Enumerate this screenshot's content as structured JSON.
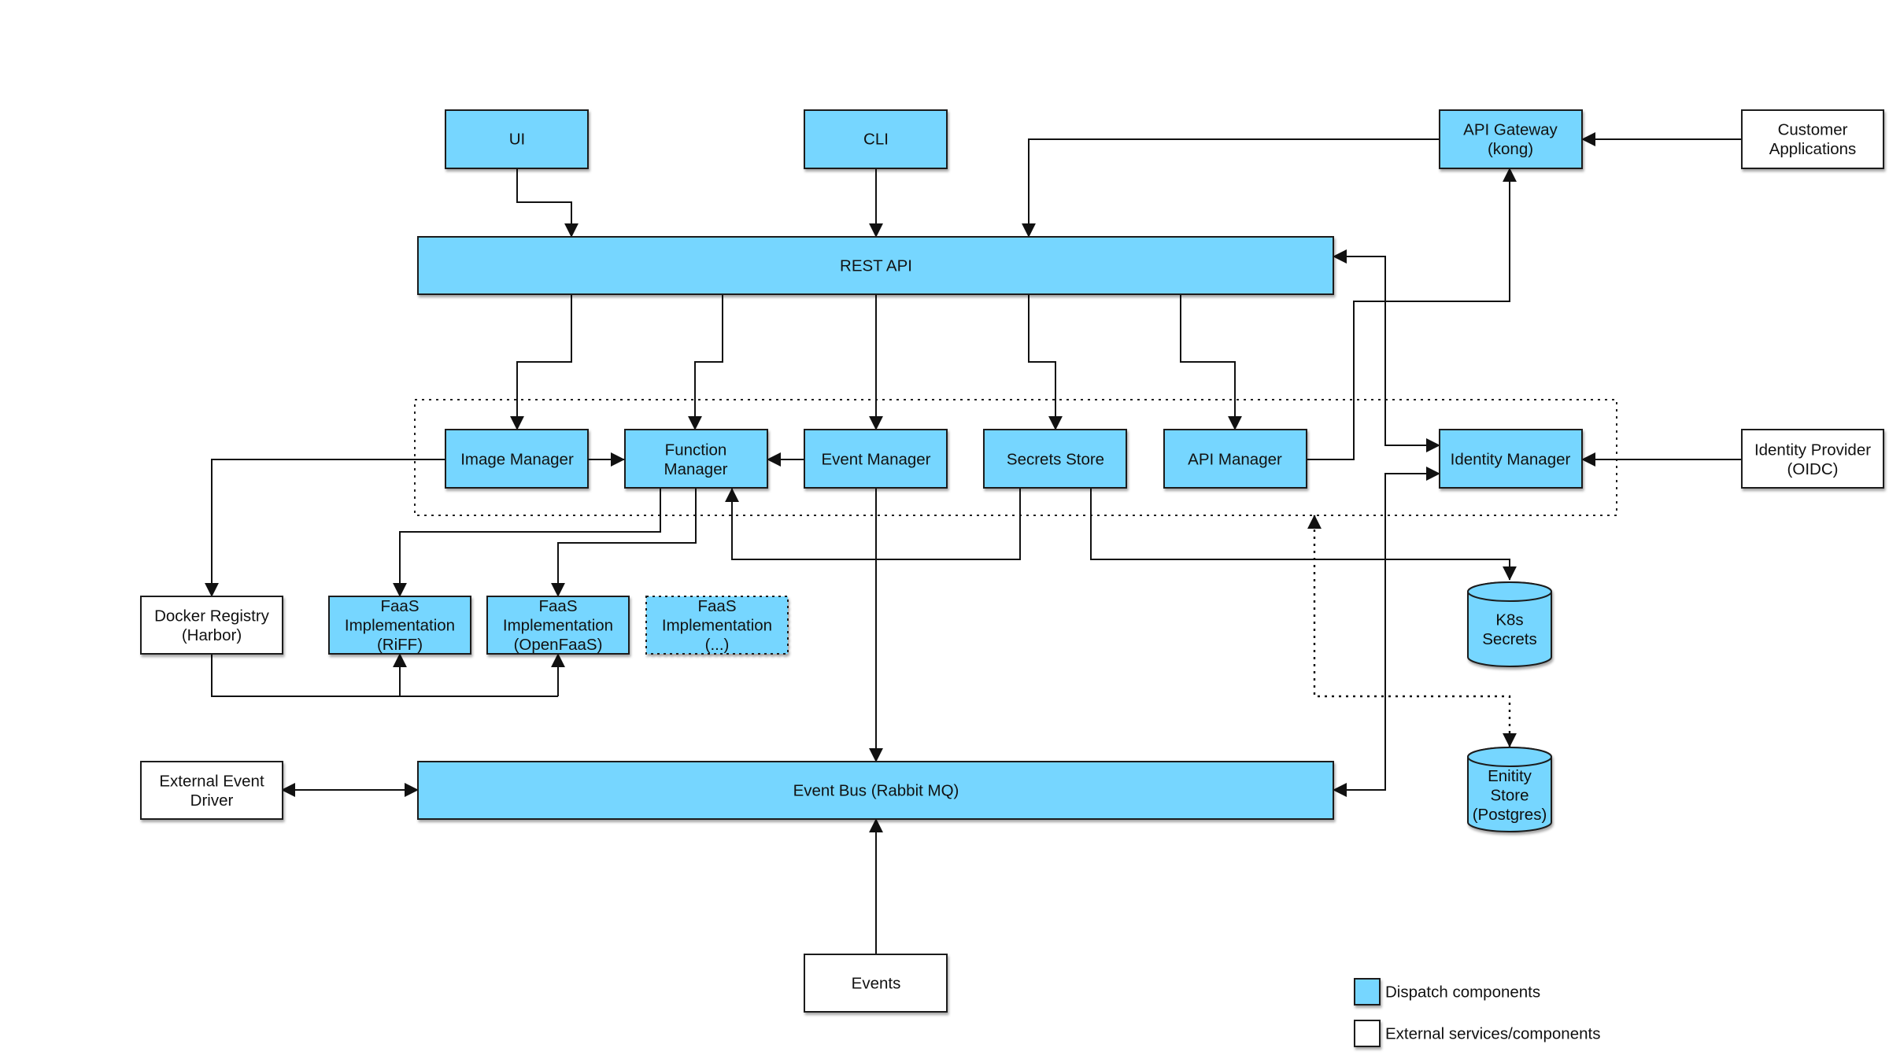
{
  "colors": {
    "dispatch": "#76d6ff",
    "external": "#ffffff",
    "stroke": "#1b1b1b"
  },
  "nodes": {
    "ui": [
      "UI"
    ],
    "cli": [
      "CLI"
    ],
    "api_gateway": [
      "API Gateway",
      "(kong)"
    ],
    "customer_apps": [
      "Customer",
      "Applications"
    ],
    "rest_api": [
      "REST API"
    ],
    "image_manager": [
      "Image Manager"
    ],
    "function_manager": [
      "Function",
      "Manager"
    ],
    "event_manager": [
      "Event Manager"
    ],
    "secrets_store": [
      "Secrets Store"
    ],
    "api_manager": [
      "API Manager"
    ],
    "identity_manager": [
      "Identity Manager"
    ],
    "identity_provider": [
      "Identity Provider",
      "(OIDC)"
    ],
    "docker_registry": [
      "Docker Registry",
      "(Harbor)"
    ],
    "faas_riff": [
      "FaaS",
      "Implementation",
      "(RiFF)"
    ],
    "faas_openfaas": [
      "FaaS",
      "Implementation",
      "(OpenFaaS)"
    ],
    "faas_other": [
      "FaaS",
      "Implementation",
      "(...)"
    ],
    "k8s_secrets": [
      "K8s",
      "Secrets"
    ],
    "entity_store": [
      "Enitity",
      "Store",
      "(Postgres)"
    ],
    "external_event_driver": [
      "External Event",
      "Driver"
    ],
    "event_bus": [
      "Event Bus (Rabbit MQ)"
    ],
    "events": [
      "Events"
    ]
  },
  "legend": {
    "dispatch_label": "Dispatch components",
    "external_label": "External services/components"
  }
}
